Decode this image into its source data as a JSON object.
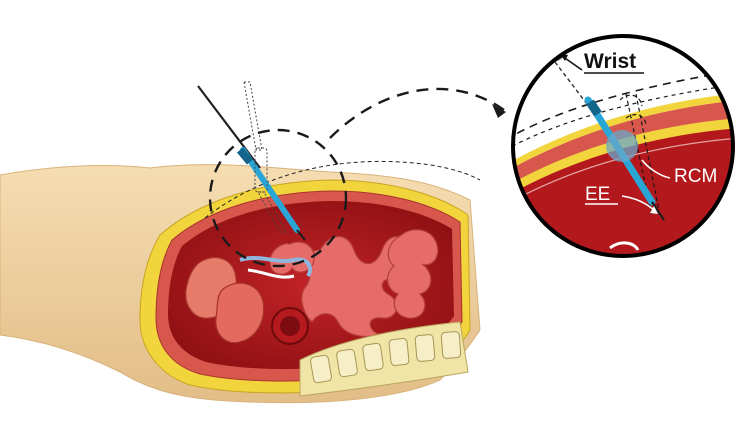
{
  "labels": {
    "wrist": "Wrist",
    "rcm": "RCM",
    "ee": "EE"
  },
  "colors": {
    "skin": "#f2d6a8",
    "skin_shadow": "#e5c18c",
    "fat": "#f3d63a",
    "muscle": "#d9584f",
    "cavity": "#b3191c",
    "cavity_dark": "#8e1013",
    "intestine": "#e46d6a",
    "spine": "#f3e9b0",
    "needle_blue": "#2aa6d6",
    "rcm_marker": "#6aa7c9",
    "outline": "#111111"
  },
  "icons": [
    "wrist-joint-icon",
    "needle-tool-icon",
    "arrow-icon"
  ]
}
